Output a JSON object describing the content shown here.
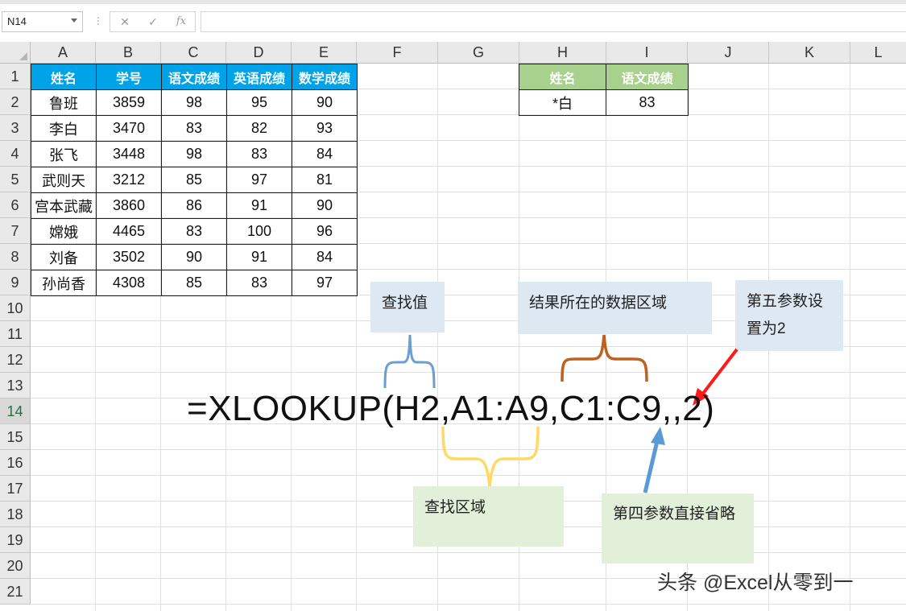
{
  "formula_bar": {
    "name_box": "N14",
    "cancel_icon": "✕",
    "enter_icon": "✓",
    "fx_label": "fx",
    "formula": ""
  },
  "columns": [
    "A",
    "B",
    "C",
    "D",
    "E",
    "F",
    "G",
    "H",
    "J",
    "K",
    "L"
  ],
  "column_labels": {
    "A": "A",
    "B": "B",
    "C": "C",
    "D": "D",
    "E": "E",
    "F": "F",
    "G": "G",
    "H": "H",
    "I": "I",
    "J": "J",
    "K": "K",
    "L": "L"
  },
  "rows": [
    "1",
    "2",
    "3",
    "4",
    "5",
    "6",
    "7",
    "8",
    "9",
    "10",
    "11",
    "12",
    "13",
    "14",
    "15",
    "16",
    "17",
    "18",
    "19",
    "20",
    "21"
  ],
  "active_row": "14",
  "main_table": {
    "header": [
      "姓名",
      "学号",
      "语文成绩",
      "英语成绩",
      "数学成绩"
    ],
    "rows": [
      [
        "鲁班",
        "3859",
        "98",
        "95",
        "90"
      ],
      [
        "李白",
        "3470",
        "83",
        "82",
        "93"
      ],
      [
        "张飞",
        "3448",
        "98",
        "83",
        "84"
      ],
      [
        "武则天",
        "3212",
        "85",
        "97",
        "81"
      ],
      [
        "宫本武藏",
        "3860",
        "86",
        "91",
        "90"
      ],
      [
        "嫦娥",
        "4465",
        "83",
        "100",
        "96"
      ],
      [
        "刘备",
        "3502",
        "90",
        "91",
        "84"
      ],
      [
        "孙尚香",
        "4308",
        "85",
        "83",
        "97"
      ]
    ],
    "header_color": "#00a2e8"
  },
  "lookup_table": {
    "header": [
      "姓名",
      "语文成绩"
    ],
    "row": [
      "*白",
      "83"
    ],
    "header_color": "#a9d18e"
  },
  "annotations": {
    "lookup_value": "查找值",
    "result_range": "结果所在的数据区域",
    "fifth_param": "第五参数设置为2",
    "lookup_range": "查找区域",
    "fourth_param": "第四参数直接省略"
  },
  "formula_display": "=XLOOKUP(H2,A1:A9,C1:C9,,2)",
  "watermark": "头条 @Excel从零到一",
  "colors": {
    "brace_blue": "#6a9fd0",
    "brace_orange": "#c0601e",
    "brace_yellow": "#ffd966",
    "arrow_red": "#ff1a1a",
    "arrow_blue": "#5b9bd5"
  }
}
